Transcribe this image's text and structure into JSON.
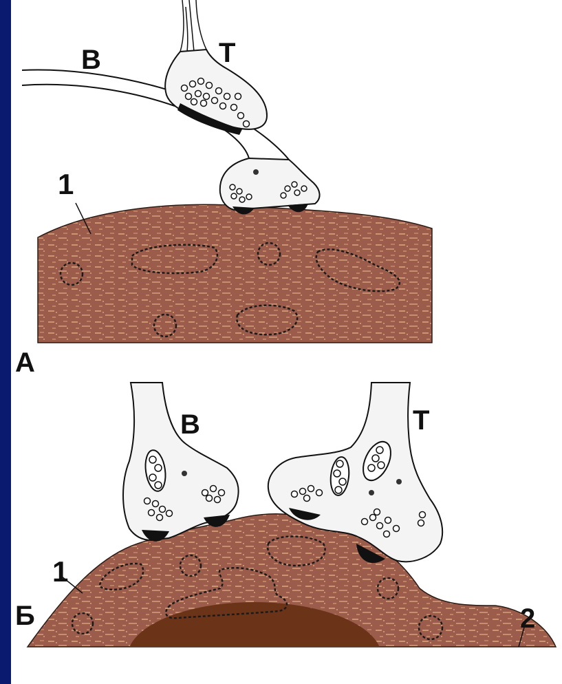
{
  "panels": {
    "top": {
      "panel_letter": "А",
      "axon_1_letter": "В",
      "axon_2_letter": "Т",
      "cell_number": "1"
    },
    "bottom": {
      "panel_letter": "Б",
      "axon_1_letter": "В",
      "axon_2_letter": "Т",
      "cell_number": "1",
      "cell_2_number": "2"
    }
  },
  "colors": {
    "background": "#0a1a6e",
    "panel": "#ffffff",
    "cell_body": "#9b5c4c",
    "cell_speckle": "#d9a57d",
    "nucleus": "#6b3419",
    "terminal": "#f4f4f4",
    "outline": "#111111"
  }
}
